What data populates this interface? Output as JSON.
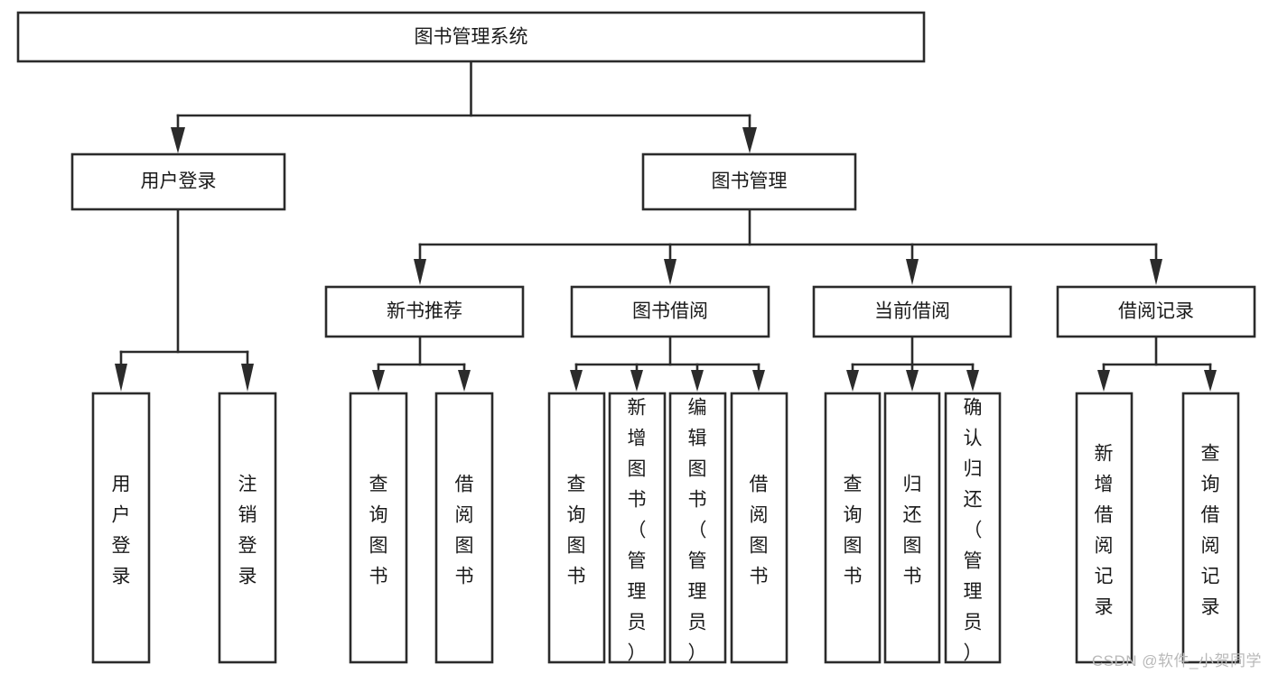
{
  "diagram": {
    "title": "图书管理系统",
    "watermark": "CSDN @软件_小贺同学",
    "colors": {
      "stroke": "#2b2b2b",
      "fill": "#ffffff",
      "text": "#1a1a1a",
      "watermark": "#b9b9b9"
    },
    "levels": {
      "root": {
        "label": "图书管理系统"
      },
      "level2": [
        {
          "label": "用户登录"
        },
        {
          "label": "图书管理"
        }
      ],
      "level3": [
        {
          "label": "新书推荐"
        },
        {
          "label": "图书借阅"
        },
        {
          "label": "当前借阅"
        },
        {
          "label": "借阅记录"
        }
      ],
      "leaves_user_login": [
        {
          "label": "用户登录"
        },
        {
          "label": "注销登录"
        }
      ],
      "leaves_new_book": [
        {
          "label": "查询图书"
        },
        {
          "label": "借阅图书"
        }
      ],
      "leaves_borrow": [
        {
          "label": "查询图书"
        },
        {
          "label": "新增图书（管理员）"
        },
        {
          "label": "编辑图书（管理员）"
        },
        {
          "label": "借阅图书"
        }
      ],
      "leaves_current": [
        {
          "label": "查询图书"
        },
        {
          "label": "归还图书"
        },
        {
          "label": "确认归还（管理员）"
        }
      ],
      "leaves_records": [
        {
          "label": "新增借阅记录"
        },
        {
          "label": "查询借阅记录"
        }
      ]
    }
  }
}
